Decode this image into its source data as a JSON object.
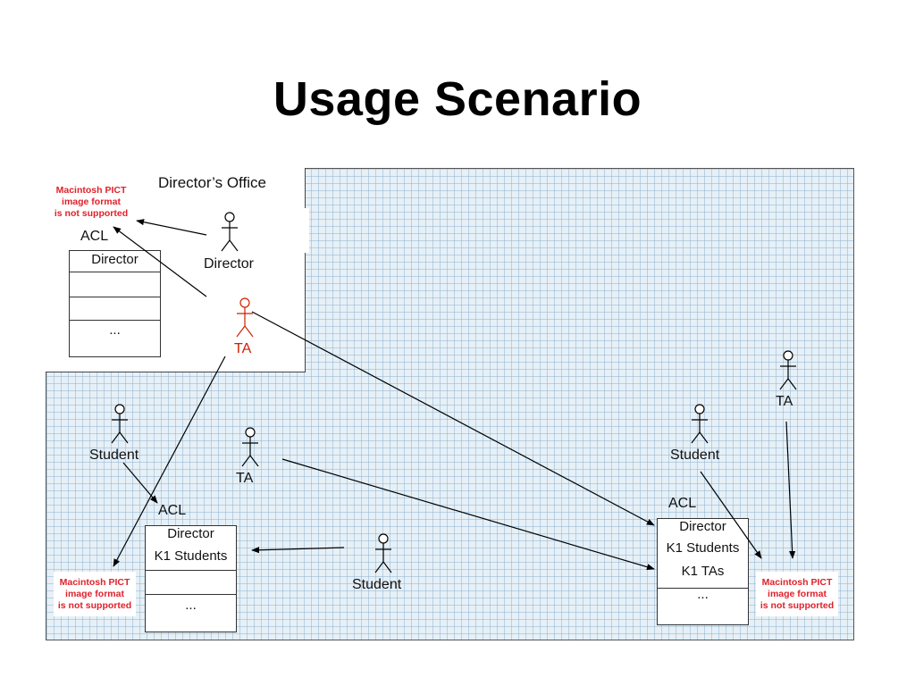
{
  "title": "Usage Scenario",
  "office": {
    "label": "Director’s Office"
  },
  "pict_placeholder": {
    "line1": "Macintosh PICT",
    "line2": "image format",
    "line3": "is not supported"
  },
  "acl_tables": [
    {
      "id": "director-office-acl",
      "caption": "ACL",
      "rows": [
        "Director",
        "",
        "",
        "..."
      ]
    },
    {
      "id": "bottom-left-acl",
      "caption": "ACL",
      "rows": [
        "Director",
        "K1 Students",
        "",
        "..."
      ]
    },
    {
      "id": "bottom-right-acl",
      "caption": "ACL",
      "rows": [
        "Director",
        "K1 Students",
        "K1 TAs",
        "..."
      ]
    }
  ],
  "actors": [
    {
      "id": "director",
      "label": "Director",
      "color": "#000000"
    },
    {
      "id": "ta-office",
      "label": "TA",
      "color": "#cc2200"
    },
    {
      "id": "ta-right",
      "label": "TA",
      "color": "#000000"
    },
    {
      "id": "student-left",
      "label": "Student",
      "color": "#000000"
    },
    {
      "id": "ta-middle",
      "label": "TA",
      "color": "#000000"
    },
    {
      "id": "student-right",
      "label": "Student",
      "color": "#000000"
    },
    {
      "id": "student-bottom",
      "label": "Student",
      "color": "#000000"
    }
  ],
  "colors": {
    "canvas_bg": "#e6f0f6",
    "grid": "#82aacd",
    "pict_text": "#e0212a",
    "ta_highlight": "#cc2200"
  }
}
